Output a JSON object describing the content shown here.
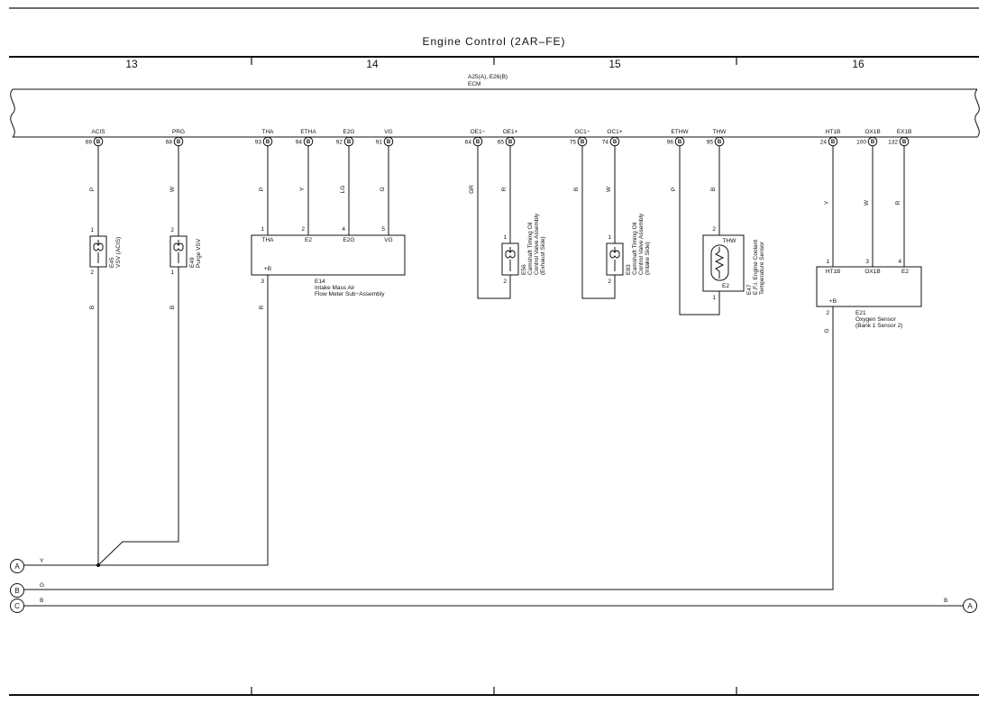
{
  "title": "Engine Control (2AR–FE)",
  "sections": [
    "13",
    "14",
    "15",
    "16"
  ],
  "ecm": {
    "connectors": "A25(A), E26(B)",
    "name": "ECM"
  },
  "pins": [
    {
      "id": "acis",
      "name": "ACIS",
      "num": "69",
      "conn": "B",
      "color": "P",
      "color2": "B"
    },
    {
      "id": "prg",
      "name": "PRG",
      "num": "68",
      "conn": "B",
      "color": "W",
      "color2": "B"
    },
    {
      "id": "tha",
      "name": "THA",
      "num": "93",
      "conn": "B",
      "color": "P",
      "color2": "R"
    },
    {
      "id": "etha",
      "name": "ETHA",
      "num": "94",
      "conn": "B",
      "color": "Y"
    },
    {
      "id": "e2g",
      "name": "E2G",
      "num": "92",
      "conn": "B",
      "color": "LG"
    },
    {
      "id": "vg",
      "name": "VG",
      "num": "91",
      "conn": "B",
      "color": "G"
    },
    {
      "id": "oe1m",
      "name": "OE1−",
      "num": "64",
      "conn": "B",
      "color": "GR"
    },
    {
      "id": "oe1p",
      "name": "OE1+",
      "num": "65",
      "conn": "B",
      "color": "R"
    },
    {
      "id": "oc1m",
      "name": "OC1−",
      "num": "75",
      "conn": "B",
      "color": "B"
    },
    {
      "id": "oc1p",
      "name": "OC1+",
      "num": "74",
      "conn": "B",
      "color": "W"
    },
    {
      "id": "ethw",
      "name": "ETHW",
      "num": "96",
      "conn": "B",
      "color": "P"
    },
    {
      "id": "thw",
      "name": "THW",
      "num": "95",
      "conn": "B",
      "color": "B"
    },
    {
      "id": "ht1b",
      "name": "HT1B",
      "num": "24",
      "conn": "B",
      "color": "Y",
      "color2": "G"
    },
    {
      "id": "ox1b",
      "name": "OX1B",
      "num": "100",
      "conn": "B",
      "color": "W"
    },
    {
      "id": "ex1b",
      "name": "EX1B",
      "num": "132",
      "conn": "B",
      "color": "R"
    }
  ],
  "components": {
    "e45": {
      "code": "E45",
      "name": "VSV (ACIS)",
      "pin_top": "1",
      "pin_bottom": "2"
    },
    "e49": {
      "code": "E49",
      "name": "Purge VSV",
      "pin_top": "2",
      "pin_bottom": "1"
    },
    "e14": {
      "code": "E14",
      "name1": "Intake Mass Air",
      "name2": "Flow Meter Sub−Assembly",
      "pins": [
        {
          "n": "1",
          "l": "THA"
        },
        {
          "n": "2",
          "l": "E2"
        },
        {
          "n": "4",
          "l": "E2G"
        },
        {
          "n": "5",
          "l": "VG"
        }
      ],
      "bplus": "+B",
      "pin_b": "3"
    },
    "e56": {
      "code": "E56",
      "line1": "Camshaft Timing Oil",
      "line2": "Control Valve Assembly",
      "line3": "(Exhaust Side)",
      "pin_top": "1",
      "pin_bottom": "2"
    },
    "e83": {
      "code": "E83",
      "line1": "Camshaft Timing Oil",
      "line2": "Control Valve Assembly",
      "line3": "(Intake Side)",
      "pin_top": "1",
      "pin_bottom": "2"
    },
    "e47": {
      "code": "E47",
      "line1": "E.F.I. Engine Coolant",
      "line2": "Temperature Sensor",
      "label_top": "THW",
      "label_bottom": "E2",
      "pin_top": "2",
      "pin_bottom": "1"
    },
    "e21": {
      "code": "E21",
      "name1": "Oxygen Sensor",
      "name2": "(Bank 1 Sensor 2)",
      "pins": [
        {
          "n": "1",
          "l": "HT1B"
        },
        {
          "n": "3",
          "l": "OX1B"
        },
        {
          "n": "4",
          "l": "E2"
        }
      ],
      "bplus": "+B",
      "pin_b": "2"
    }
  },
  "ground_lines": [
    {
      "id": "A",
      "color": "Y"
    },
    {
      "id": "B",
      "color": "G"
    },
    {
      "id": "C",
      "color": "B",
      "right_color": "B",
      "right_id": "A"
    }
  ]
}
